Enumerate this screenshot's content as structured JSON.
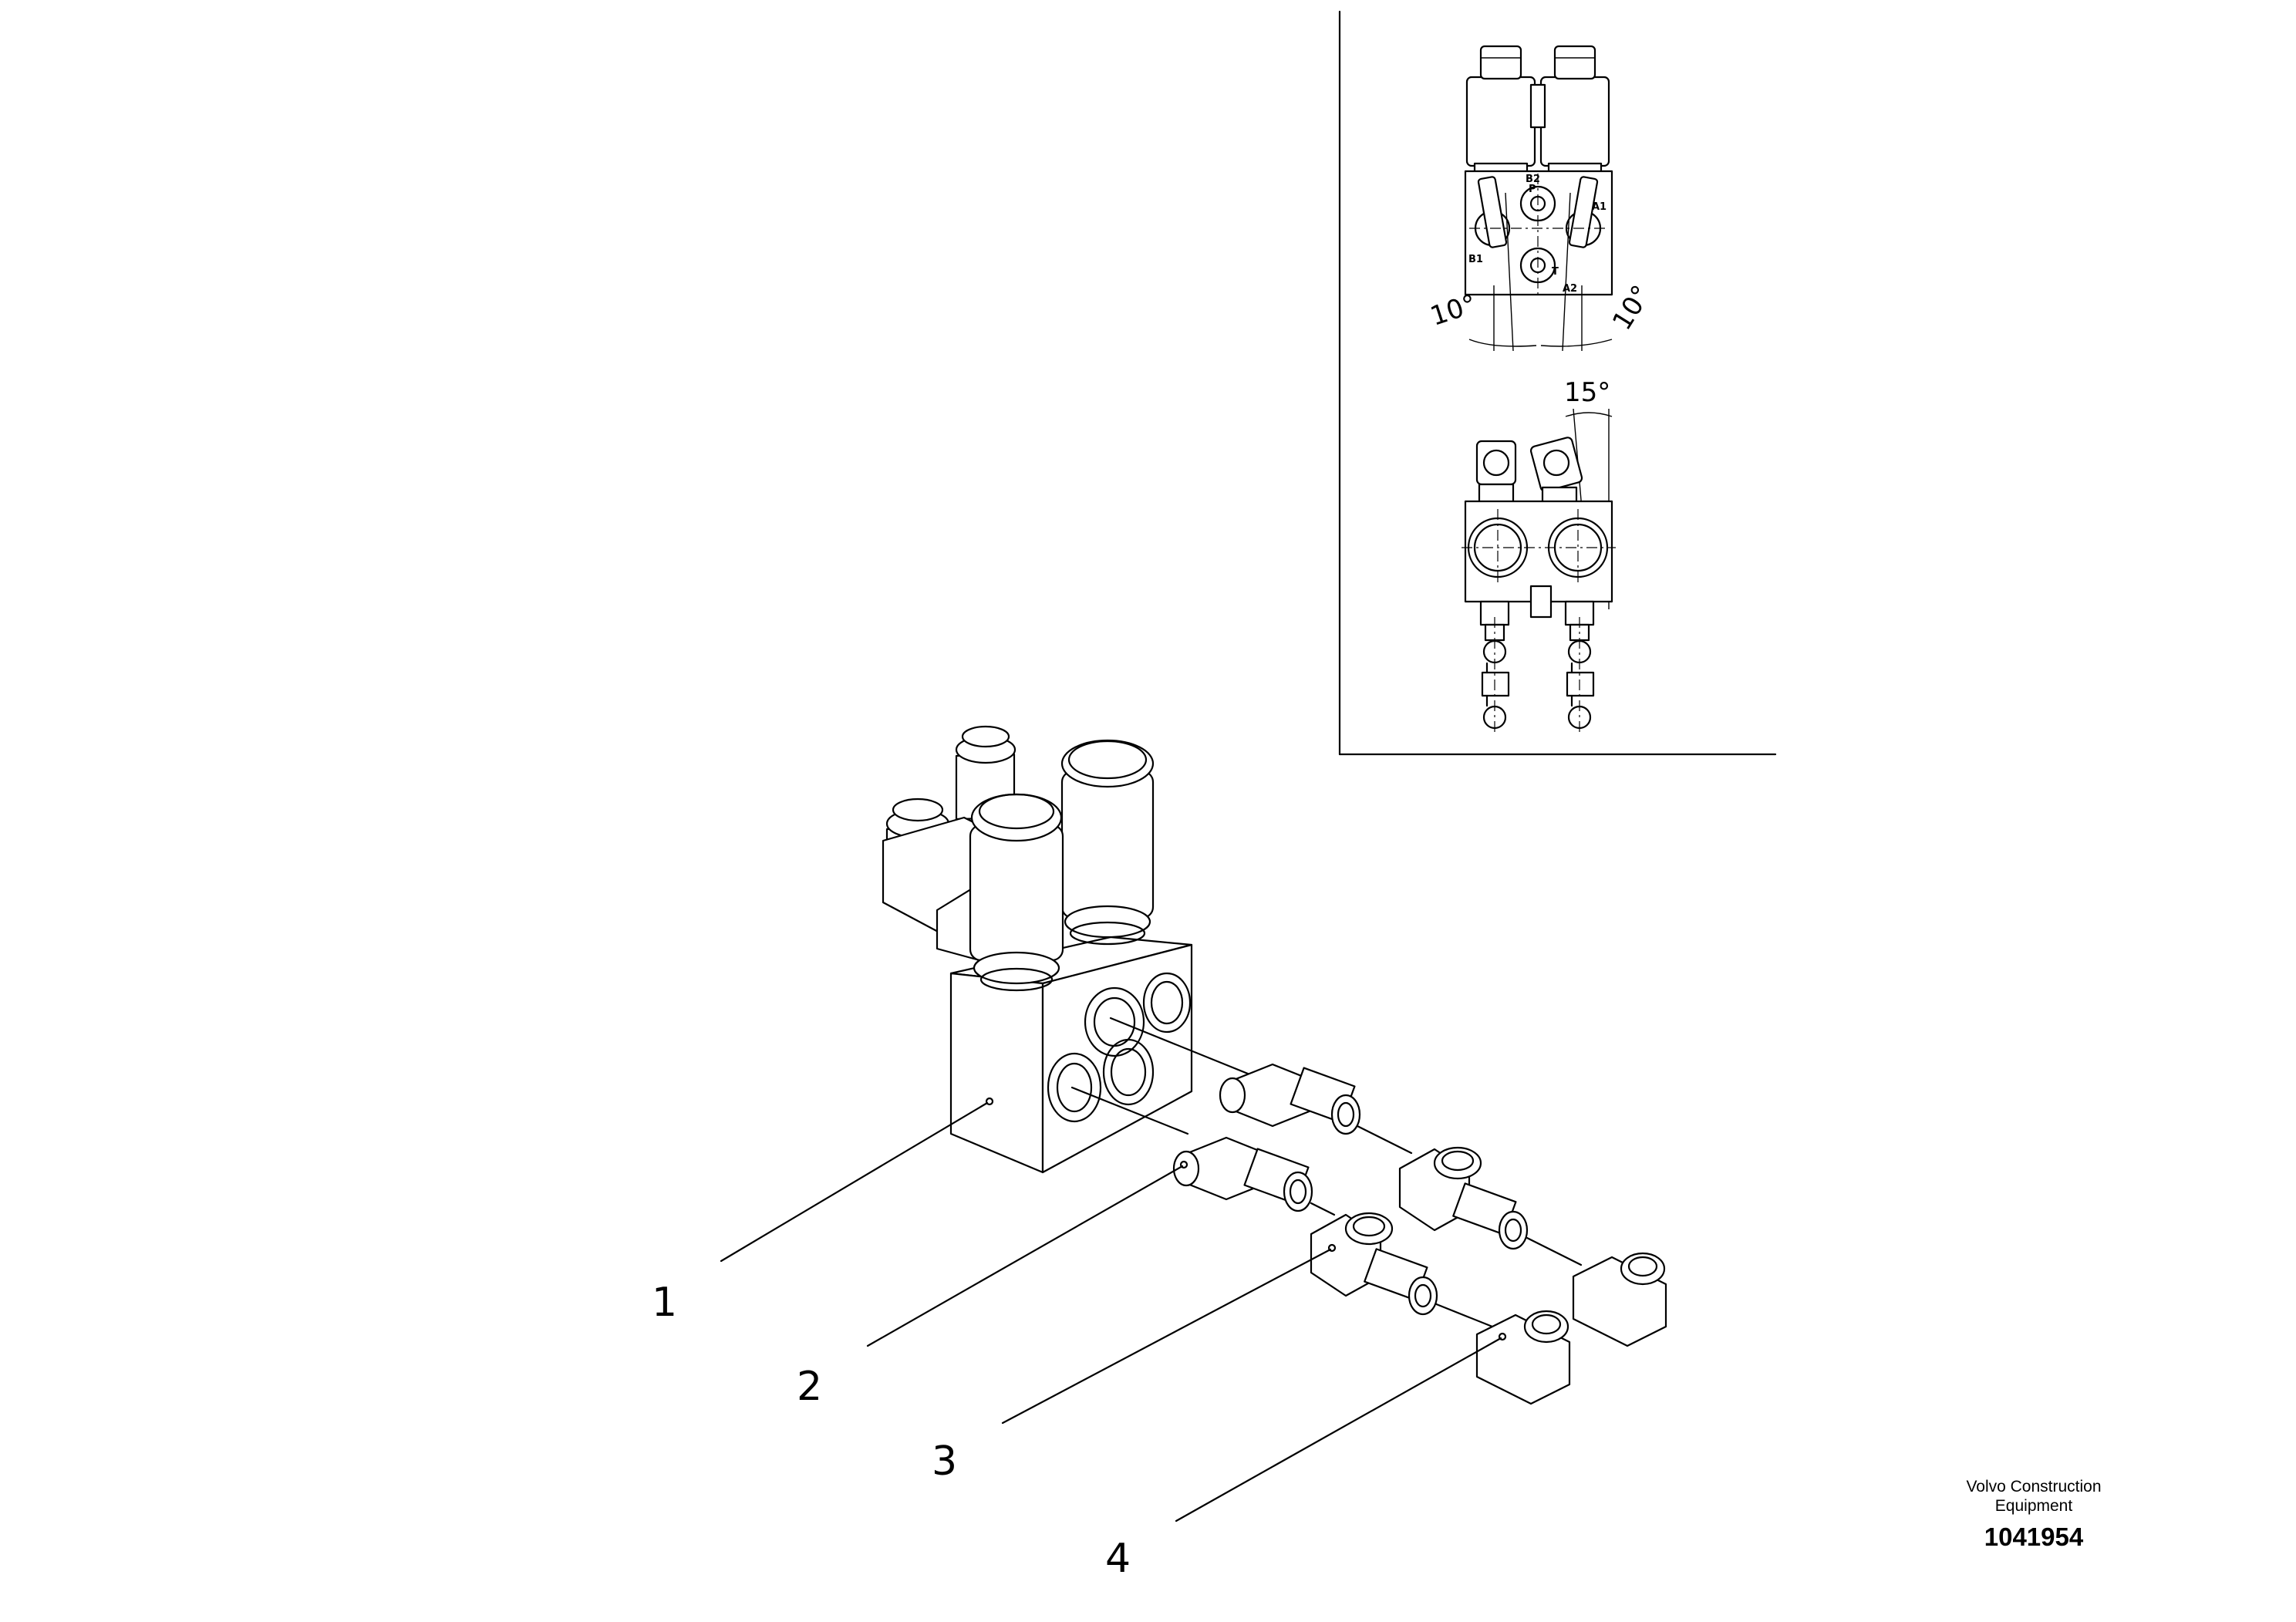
{
  "inset": {
    "port_labels": [
      "B2",
      "P",
      "A1",
      "B1",
      "T",
      "A2"
    ],
    "angle_left": "10°",
    "angle_right": "10°",
    "angle_top": "15°"
  },
  "callouts": [
    "1",
    "2",
    "3",
    "4"
  ],
  "footer": {
    "company_line1": "Volvo Construction",
    "company_line2": "Equipment",
    "drawing_number": "1041954"
  }
}
